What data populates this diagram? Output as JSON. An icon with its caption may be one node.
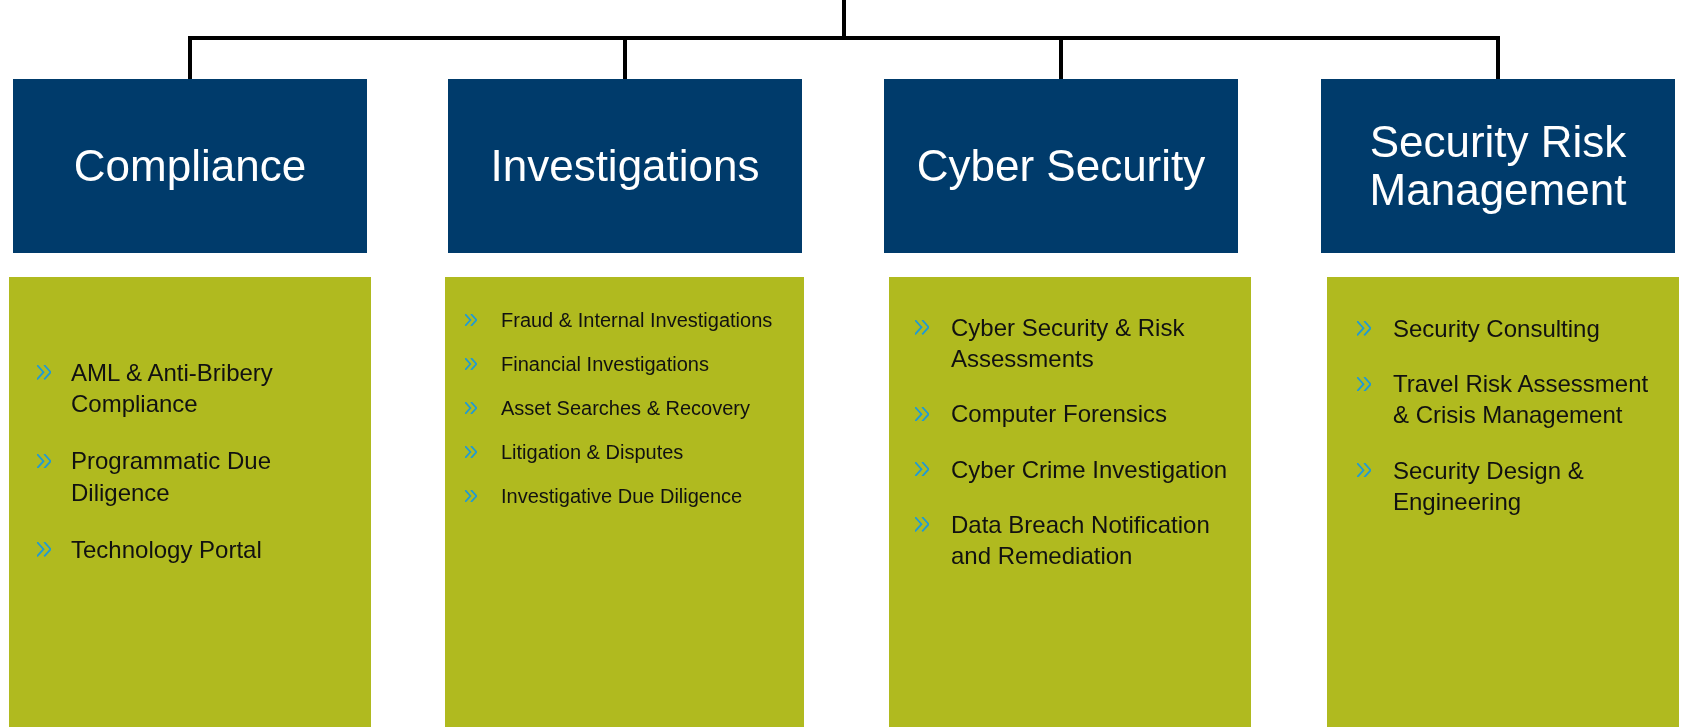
{
  "diagram": {
    "nodes": [
      {
        "text": [
          "Compliance"
        ]
      },
      {
        "text": [
          "Investigations"
        ]
      },
      {
        "text": [
          "Cyber Security"
        ]
      },
      {
        "text": [
          "Security Risk Management"
        ]
      },
      {
        "text": [
          "AML & Anti-Bribery Compliance",
          "Programmatic Due Diligence",
          "Technology Portal"
        ]
      },
      {
        "text": [
          "Fraud & Internal Investigations",
          "Financial Investigations",
          "Asset Searches & Recovery",
          "Litigation & Disputes",
          "Investigative Due Diligence"
        ]
      },
      {
        "text": [
          "Cyber Security & Risk Assessments",
          "Computer Forensics",
          "Cyber Crime Investigation",
          "Data Breach Notification and Remediation"
        ]
      },
      {
        "text": [
          "Security Consulting",
          "Travel Risk Assessment & Crisis Management",
          "Security Design & Engineering"
        ]
      }
    ],
    "edges": [
      {
        "from": null,
        "to": 0,
        "arrow": "none"
      },
      {
        "from": null,
        "to": 1,
        "arrow": "none"
      },
      {
        "from": null,
        "to": 2,
        "arrow": "none"
      },
      {
        "from": null,
        "to": 3,
        "arrow": "none"
      }
    ]
  }
}
